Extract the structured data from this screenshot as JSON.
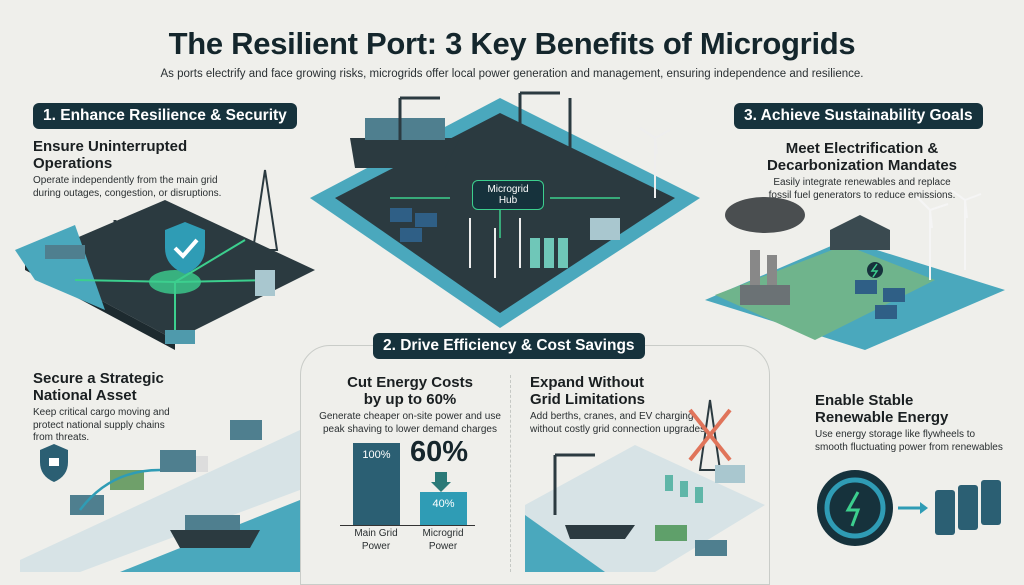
{
  "header": {
    "title": "The Resilient Port: 3 Key Benefits of Microgrids",
    "subtitle": "As ports electrify and face growing risks, microgrids offer local power generation and management, ensuring independence and resilience."
  },
  "section1": {
    "banner": "1. Enhance Resilience & Security",
    "block1": {
      "heading_l1": "Ensure Uninterrupted",
      "heading_l2": "Operations",
      "text_l1": "Operate independently from the main grid",
      "text_l2": "during outages, congestion, or disruptions."
    },
    "block2": {
      "heading_l1": "Secure a Strategic",
      "heading_l2": "National Asset",
      "text_l1": "Keep critical cargo moving and",
      "text_l2": "protect national supply chains",
      "text_l3": "from threats."
    }
  },
  "hub": {
    "label_l1": "Microgrid",
    "label_l2": "Hub"
  },
  "section2": {
    "banner": "2. Drive Efficiency & Cost Savings",
    "block1": {
      "heading_l1": "Cut Energy Costs",
      "heading_l2": "by up to 60%",
      "text_l1": "Generate cheaper on-site power and use",
      "text_l2": "peak shaving to lower demand charges"
    },
    "block2": {
      "heading_l1": "Expand Without",
      "heading_l2": "Grid Limitations",
      "text_l1": "Add berths, cranes, and EV charging",
      "text_l2": "without costly grid connection upgrades"
    }
  },
  "chart_data": {
    "type": "bar",
    "categories": [
      "Main Grid Power",
      "Microgrid Power"
    ],
    "category_lines": [
      [
        "Main Grid",
        "Power"
      ],
      [
        "Microgrid",
        "Power"
      ]
    ],
    "values": [
      100,
      40
    ],
    "value_labels": [
      "100%",
      "40%"
    ],
    "annotation": "60%",
    "ylim": [
      0,
      100
    ]
  },
  "section3": {
    "banner": "3. Achieve Sustainability Goals",
    "block1": {
      "heading_l1": "Meet Electrification &",
      "heading_l2": "Decarbonization Mandates",
      "text_l1": "Easily integrate renewables and replace",
      "text_l2": "fossil fuel generators to reduce emissions."
    },
    "block2": {
      "heading_l1": "Enable Stable",
      "heading_l2": "Renewable Energy",
      "text_l1": "Use energy storage like flywheels to",
      "text_l2": "smooth fluctuating power from renewables"
    }
  },
  "colors": {
    "navy": "#16323c",
    "teal": "#2f9cb5",
    "water": "#4aa8bd",
    "green": "#3ccf8e",
    "bar_dark": "#2b5f73",
    "bar_light": "#2f9cb5",
    "cross": "#e0745a"
  }
}
